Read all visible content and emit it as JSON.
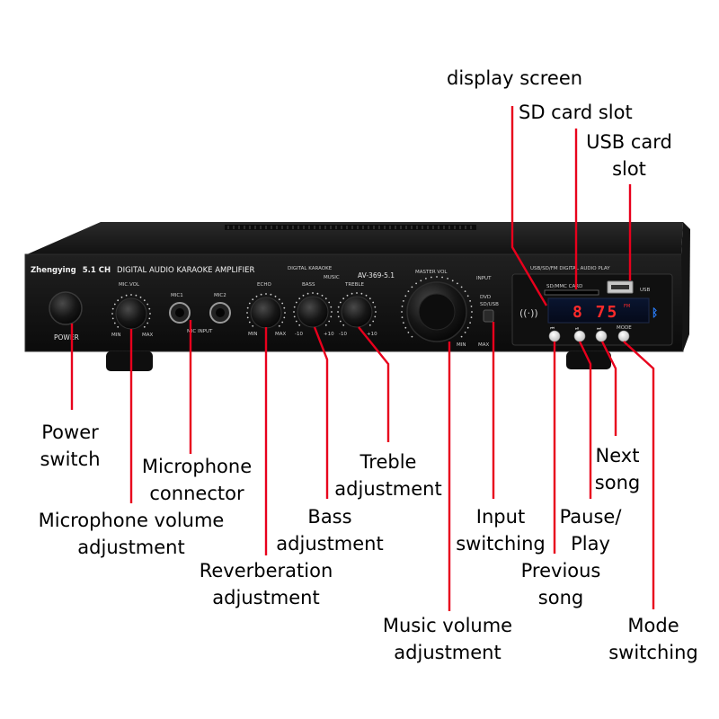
{
  "device": {
    "brand": "Zhengying",
    "channel_label": "5.1 CH",
    "title": "DIGITAL AUDIO KARAOKE AMPLIFIER",
    "model": "AV-369-5.1",
    "logo_text": "DIGITAL KARAOKE",
    "music_badge": "MUSIC",
    "power_label": "POWER",
    "mic_vol_label": "MIC.VOL",
    "mic1_label": "MIC1",
    "mic2_label": "MIC2",
    "mic_input_label": "MIC INPUT",
    "echo_label": "ECHO",
    "bass_label": "BASS",
    "treble_label": "TREBLE",
    "master_vol_label": "MASTER VOL",
    "input_label": "INPUT",
    "dvd_label": "DVD",
    "sdusb_label": "SD/USB",
    "min_label": "MIN",
    "max_label": "MAX",
    "minus10_label": "-10",
    "plus10_label": "+10",
    "usb_panel_label": "USB/SD/FM DIGITAL AUDIO PLAY",
    "sd_slot_label": "SD/MMC CARD",
    "usb_label": "USB",
    "display_digits": "8 75",
    "fm_label": "FM",
    "mode_label": "MODE",
    "prev_icon": "⏮",
    "play_icon": "⏯",
    "next_icon": "⏭"
  },
  "callouts": {
    "display_screen": "display screen",
    "sd_card_slot": "SD card slot",
    "usb_card_slot_1": "USB card",
    "usb_card_slot_2": "slot",
    "power_switch_1": "Power",
    "power_switch_2": "switch",
    "mic_connector_1": "Microphone",
    "mic_connector_2": "connector",
    "mic_volume_1": "Microphone volume",
    "mic_volume_2": "adjustment",
    "treble_1": "Treble",
    "treble_2": "adjustment",
    "bass_1": "Bass",
    "bass_2": "adjustment",
    "reverb_1": "Reverberation",
    "reverb_2": "adjustment",
    "music_volume_1": "Music volume",
    "music_volume_2": "adjustment",
    "input_switching_1": "Input",
    "input_switching_2": "switching",
    "next_song_1": "Next",
    "next_song_2": "song",
    "pause_play_1": "Pause/",
    "pause_play_2": "Play",
    "previous_song_1": "Previous",
    "previous_song_2": "song",
    "mode_switching_1": "Mode",
    "mode_switching_2": "switching"
  },
  "colors": {
    "leader_line": "#e8001c",
    "chassis": "#1a1a1a",
    "display_digits": "#ff2a2a",
    "bluetooth": "#2a7fff"
  }
}
